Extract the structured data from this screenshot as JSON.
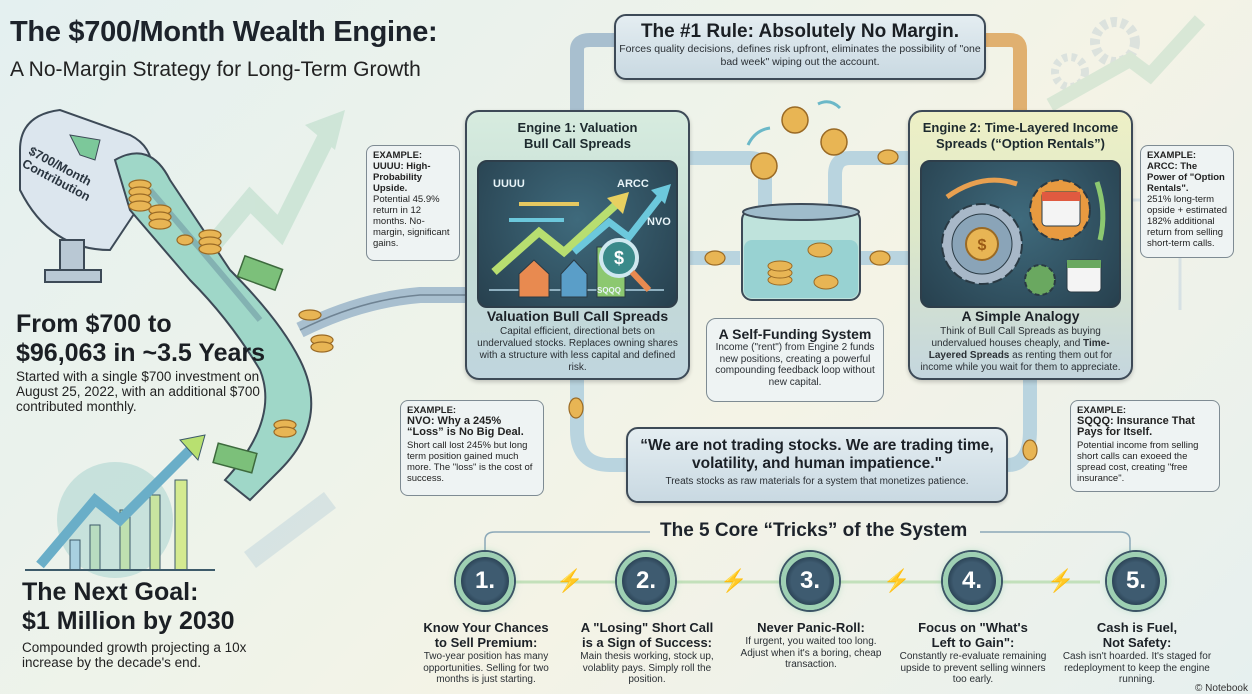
{
  "header": {
    "title": "The $700/Month Wealth Engine:",
    "subtitle": "A No-Margin Strategy for Long-Term Growth"
  },
  "contribution_pipe": {
    "label_line1": "$700/Month",
    "label_line2": "Contribution"
  },
  "growth_stat": {
    "headline_line1": "From $700 to",
    "headline_line2": "$96,063 in ~3.5 Years",
    "description": "Started with a single $700 investment on August 25, 2022, with an additional $700 contributed monthly."
  },
  "next_goal": {
    "headline_line1": "The Next Goal:",
    "headline_line2": "$1 Million by 2030",
    "description": "Compounded growth projecting a 10x increase by the decade's end."
  },
  "rule": {
    "title": "The #1 Rule: Absolutely No Margin.",
    "description": "Forces quality decisions, defines risk upfront, eliminates the possibility of \"one bad week\" wiping out the account."
  },
  "engine1": {
    "title_line1": "Engine 1: Valuation",
    "title_line2": "Bull Call Spreads",
    "panel_labels": [
      "UUUU",
      "ARCC",
      "NVO",
      "SQQQ"
    ],
    "subtitle": "Valuation Bull Call Spreads",
    "description": "Capital efficient, directional bets on undervalued stocks. Replaces owning shares with a structure with less capital and defined risk."
  },
  "engine2": {
    "title_line1": "Engine 2: Time-Layered Income",
    "title_line2": "Spreads (“Option Rentals”)",
    "subtitle": "A Simple Analogy",
    "description_part1": "Think of Bull Call Spreads as buying undervalued houses cheaply, and ",
    "description_bold": "Time-Layered Spreads",
    "description_part2": " as renting them out for income while you wait for them to appreciate."
  },
  "self_funding": {
    "title": "A Self-Funding System",
    "description": "Income (\"rent\") from Engine 2 funds new positions, creating a powerful compounding feedback loop without new capital."
  },
  "quote": {
    "text_line1": "“We are not trading stocks. We are trading time,",
    "text_line2": "volatility, and human impatience.\"",
    "caption": "Treats stocks as raw materials for a system that monetizes patience."
  },
  "examples": [
    {
      "label": "EXAMPLE:",
      "heading": "UUUU: High-Probability Upside.",
      "body": "Potential 45.9% return in 12 months. No-margin, significant gains."
    },
    {
      "label": "EXAMPLE:",
      "heading": "ARCC: The Power of \"Option Rentals\".",
      "body": "251% long-term opside + estimated 182% additional return from selling short-term calls."
    },
    {
      "label": "EXAMPLE:",
      "heading": "NVO: Why a 245% “Loss” is No Big Deal.",
      "body": "Short call lost 245% but long term position gained much more. The \"loss\" is the cost of success."
    },
    {
      "label": "EXAMPLE:",
      "heading": "SQQQ: Insurance That Pays for Itself.",
      "body": "Potential income from selling short calls can exoeed the spread cost, creating \"free insurance\"."
    }
  ],
  "tricks": {
    "title": "The 5 Core “Tricks” of the System",
    "items": [
      {
        "number": "1.",
        "title_line1": "Know Your Chances",
        "title_line2": "to Sell Premium:",
        "body": "Two-year position has many opportunities. Selling for two months is just starting."
      },
      {
        "number": "2.",
        "title_line1": "A \"Losing\" Short Call",
        "title_line2": "is a Sign of Success:",
        "body": "Main thesis working, stock up, volablity pays. Simply roll the position."
      },
      {
        "number": "3.",
        "title_line1": "Never Panic-Roll:",
        "title_line2": "",
        "body": "If urgent, you waited too long. Adjust when it's a boring, cheap transaction."
      },
      {
        "number": "4.",
        "title_line1": "Focus on \"What's",
        "title_line2": "Left to Gain\":",
        "body": "Constantly re-evaluate remaining upside to prevent selling winners too early."
      },
      {
        "number": "5.",
        "title_line1": "Cash is Fuel,",
        "title_line2": "Not Safety:",
        "body": "Cash isn't hoarded. It's staged for redeployment to keep the engine running."
      }
    ],
    "bolt_colors": [
      "#f0a040",
      "#8fd060",
      "#f0a040",
      "#8fd060"
    ]
  },
  "watermark": "© Notebook",
  "colors": {
    "accent_green": "#9ed0b3",
    "circle_fill": "#3e5b70",
    "coin_gold": "#e8b554"
  }
}
